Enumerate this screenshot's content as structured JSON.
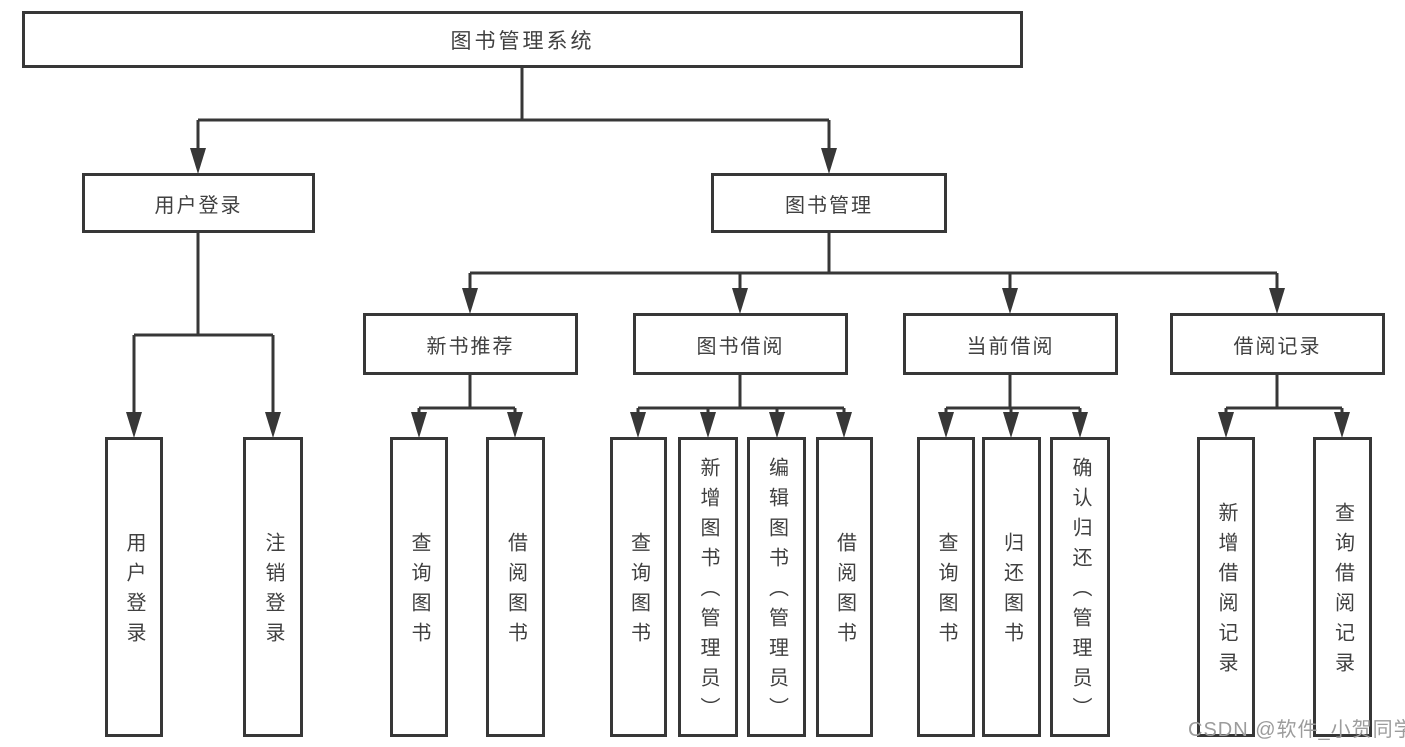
{
  "diagram": {
    "type": "hierarchy-tree",
    "watermark": "CSDN @软件_小贺同学",
    "colors": {
      "line": "#373737",
      "box_border": "#373737",
      "text": "#404040",
      "watermark": "#9c9c9c",
      "background": "#ffffff"
    },
    "nodes": {
      "root": {
        "label": "图书管理系统"
      },
      "user_login": {
        "label": "用户登录"
      },
      "book_mgmt": {
        "label": "图书管理"
      },
      "new_books": {
        "label": "新书推荐"
      },
      "book_borrow": {
        "label": "图书借阅"
      },
      "current_borrow": {
        "label": "当前借阅"
      },
      "borrow_records": {
        "label": "借阅记录"
      },
      "login": {
        "label": "用户登录"
      },
      "logout": {
        "label": "注销登录"
      },
      "nb_query": {
        "label": "查询图书"
      },
      "nb_borrow": {
        "label": "借阅图书"
      },
      "bb_query": {
        "label": "查询图书"
      },
      "bb_add": {
        "label": "新增图书（管理员）"
      },
      "bb_edit": {
        "label": "编辑图书（管理员）"
      },
      "bb_borrow": {
        "label": "借阅图书"
      },
      "cb_query": {
        "label": "查询图书"
      },
      "cb_return": {
        "label": "归还图书"
      },
      "cb_confirm": {
        "label": "确认归还（管理员）"
      },
      "br_add": {
        "label": "新增借阅记录"
      },
      "br_query": {
        "label": "查询借阅记录"
      }
    },
    "edges": [
      [
        "root",
        "user_login"
      ],
      [
        "root",
        "book_mgmt"
      ],
      [
        "user_login",
        "login"
      ],
      [
        "user_login",
        "logout"
      ],
      [
        "book_mgmt",
        "new_books"
      ],
      [
        "book_mgmt",
        "book_borrow"
      ],
      [
        "book_mgmt",
        "current_borrow"
      ],
      [
        "book_mgmt",
        "borrow_records"
      ],
      [
        "new_books",
        "nb_query"
      ],
      [
        "new_books",
        "nb_borrow"
      ],
      [
        "book_borrow",
        "bb_query"
      ],
      [
        "book_borrow",
        "bb_add"
      ],
      [
        "book_borrow",
        "bb_edit"
      ],
      [
        "book_borrow",
        "bb_borrow"
      ],
      [
        "current_borrow",
        "cb_query"
      ],
      [
        "current_borrow",
        "cb_return"
      ],
      [
        "current_borrow",
        "cb_confirm"
      ],
      [
        "borrow_records",
        "br_add"
      ],
      [
        "borrow_records",
        "br_query"
      ]
    ]
  }
}
